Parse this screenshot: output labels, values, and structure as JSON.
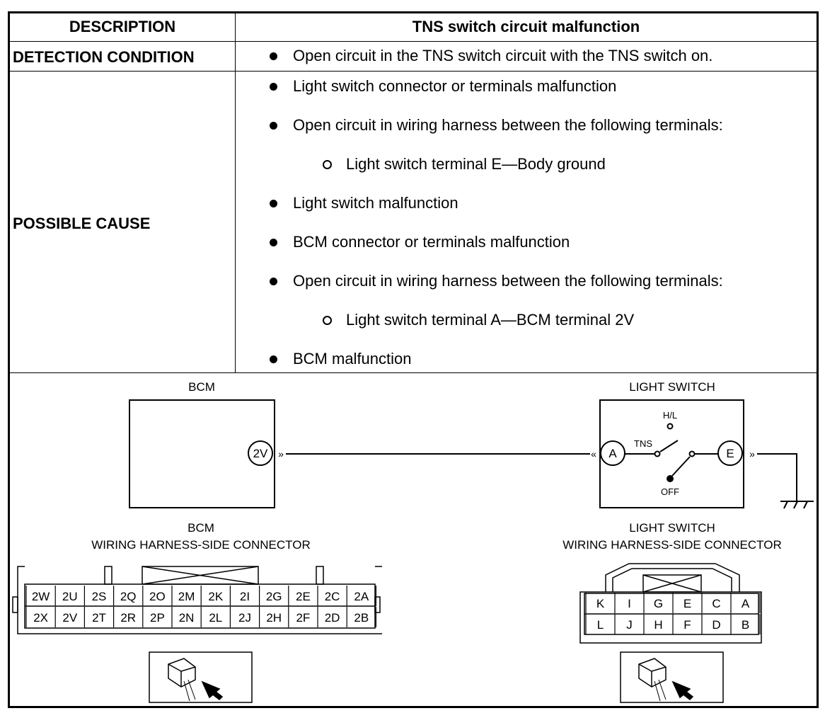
{
  "table": {
    "header_left": "DESCRIPTION",
    "header_right": "TNS switch circuit malfunction",
    "detection_label": "DETECTION CONDITION",
    "detection_text": "Open circuit in the TNS switch circuit with the TNS switch on.",
    "cause_label": "POSSIBLE CAUSE",
    "causes": [
      {
        "level": 1,
        "text": "Light switch connector or terminals malfunction"
      },
      {
        "level": 1,
        "text": "Open circuit in wiring harness between the following terminals:"
      },
      {
        "level": 2,
        "text": "Light switch terminal E—Body ground"
      },
      {
        "level": 1,
        "text": "Light switch malfunction"
      },
      {
        "level": 1,
        "text": "BCM connector or terminals malfunction"
      },
      {
        "level": 1,
        "text": "Open circuit in wiring harness between the following terminals:"
      },
      {
        "level": 2,
        "text": "Light switch terminal A—BCM terminal 2V"
      },
      {
        "level": 1,
        "text": "BCM malfunction"
      }
    ]
  },
  "diagram": {
    "bcm_title": "BCM",
    "bcm_terminal": "2V",
    "switch_title": "LIGHT SWITCH",
    "switch_terminal_a": "A",
    "switch_terminal_e": "E",
    "pos_hl": "H/L",
    "pos_tns": "TNS",
    "pos_off": "OFF",
    "bcm_conn_title_1": "BCM",
    "bcm_conn_title_2": "WIRING HARNESS-SIDE CONNECTOR",
    "switch_conn_title_1": "LIGHT SWITCH",
    "switch_conn_title_2": "WIRING HARNESS-SIDE CONNECTOR",
    "bcm_pins_top": [
      "2W",
      "2U",
      "2S",
      "2Q",
      "2O",
      "2M",
      "2K",
      "2I",
      "2G",
      "2E",
      "2C",
      "2A"
    ],
    "bcm_pins_bottom": [
      "2X",
      "2V",
      "2T",
      "2R",
      "2P",
      "2N",
      "2L",
      "2J",
      "2H",
      "2F",
      "2D",
      "2B"
    ],
    "switch_pins_top": [
      "K",
      "I",
      "G",
      "E",
      "C",
      "A"
    ],
    "switch_pins_bottom": [
      "L",
      "J",
      "H",
      "F",
      "D",
      "B"
    ],
    "connector_view_icon": "connector-view-icon",
    "ground_icon": "body-ground-icon"
  }
}
